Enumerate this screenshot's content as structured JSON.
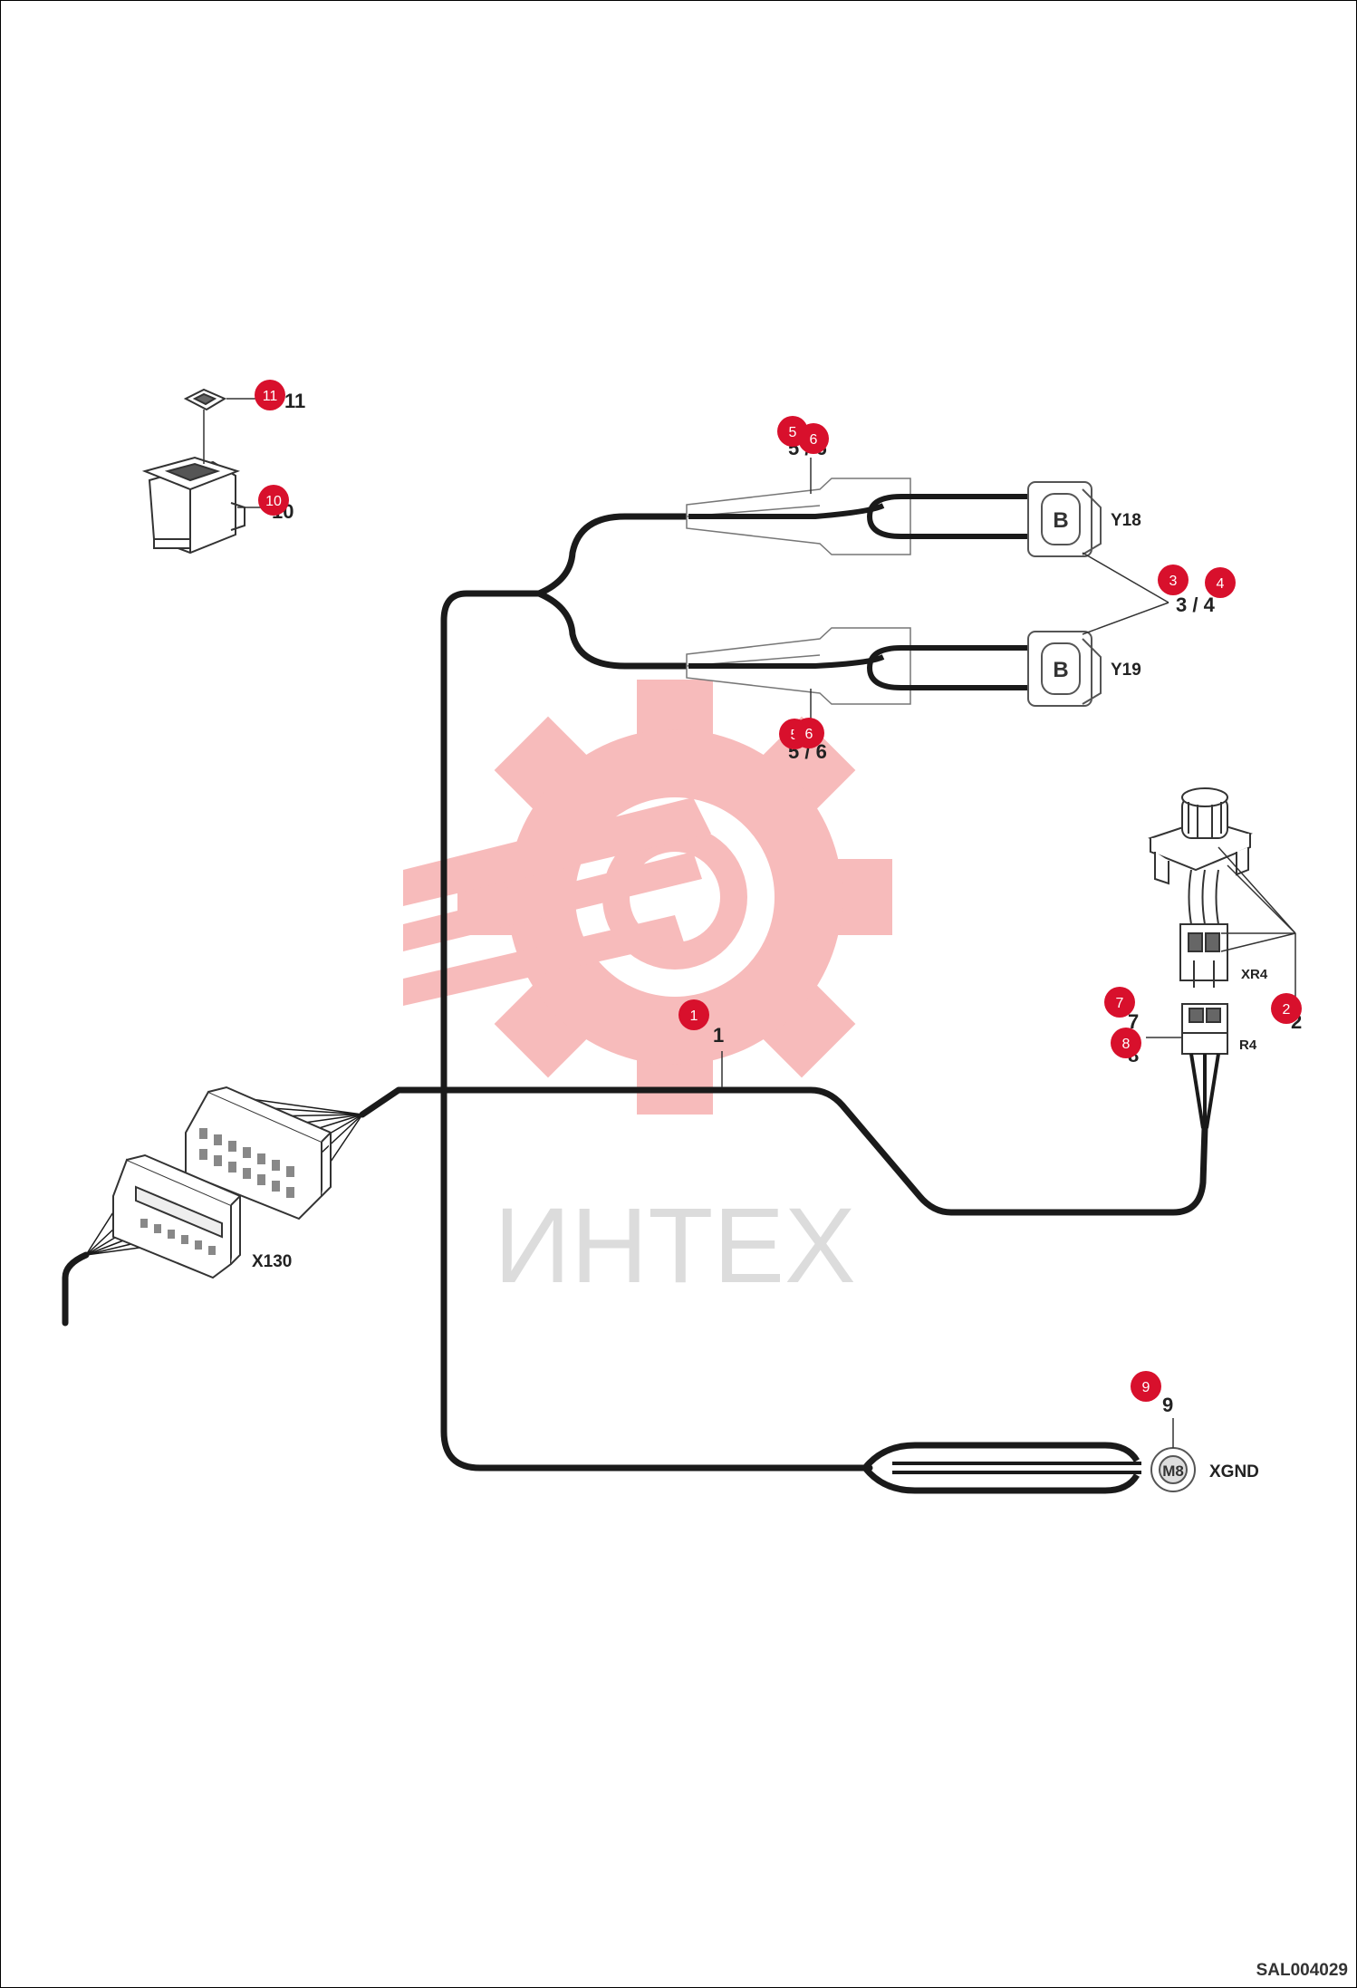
{
  "labels": {
    "y18": "Y18",
    "y19": "Y19",
    "xr4": "XR4",
    "r4": "R4",
    "x130": "X130",
    "xgnd": "XGND",
    "ring_mark": "M8"
  },
  "part_labels": {
    "p1": "1",
    "p2": "2",
    "p34": "3 / 4",
    "p56_top": "5 / 6",
    "p56_bottom": "5 / 6",
    "p7": "7",
    "p8": "8",
    "p9": "9",
    "p10": "10",
    "p11": "11"
  },
  "callouts": {
    "c1": "1",
    "c2": "2",
    "c3": "3",
    "c4": "4",
    "c5": "5",
    "c6a": "6",
    "c5b": "5",
    "c6b": "6",
    "c7": "7",
    "c8": "8",
    "c9": "9",
    "c10": "10",
    "c11": "11"
  },
  "watermark": {
    "text": "ИНТЕХ"
  },
  "reference_code": "SAL004029",
  "colors": {
    "callout": "#d8102c",
    "cable": "#1a1a1a",
    "watermark": "#f4a0a0"
  }
}
